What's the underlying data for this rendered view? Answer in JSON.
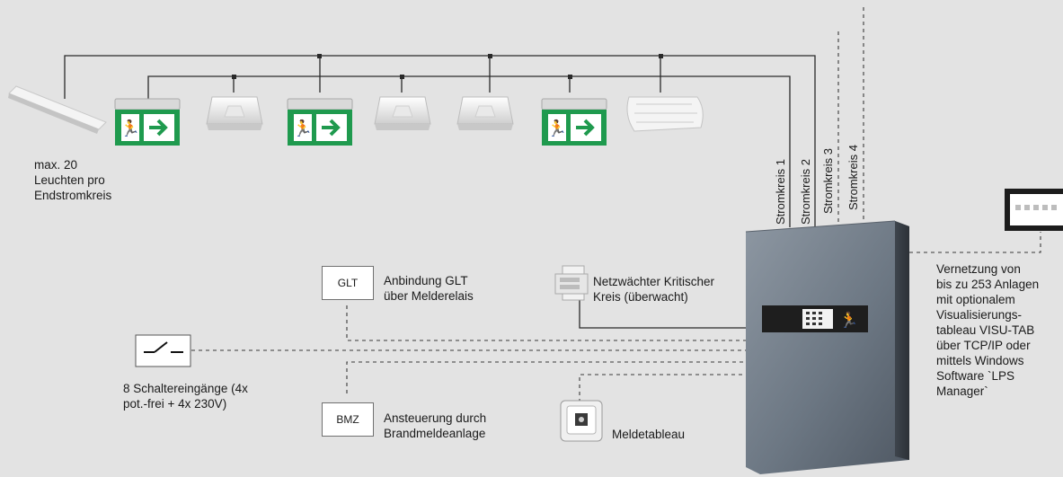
{
  "labels": {
    "max_luminaires": "max. 20\nLeuchten pro\nEndstromkreis",
    "circuits": [
      "Stromkreis 1",
      "Stromkreis 2",
      "Stromkreis 3",
      "Stromkreis 4"
    ],
    "glt_box": "GLT",
    "glt_text": "Anbindung GLT\nüber Melderelais",
    "netz_text": "Netzwächter Kritischer\nKreis (überwacht)",
    "switch_text": "8 Schaltereingänge (4x\npot.-frei + 4x 230V)",
    "bmz_box": "BMZ",
    "bmz_text": "Ansteuerung durch\nBrandmeldeanlage",
    "melde_text": "Meldetableau",
    "network_text": "Vernetzung von\nbis zu 253 Anlagen\nmit optionalem\nVisualisierungs-\ntableau VISU-TAB\nüber TCP/IP oder\nmittels Windows\nSoftware `LPS\nManager`"
  },
  "colors": {
    "background": "#e3e3e3",
    "exit_sign_green": "#1f9a4e",
    "cabinet": "#6f7a86",
    "wire": "#2a2a2a"
  },
  "icons": [
    "linear-luminaire-icon",
    "exit-sign-icon",
    "downlight-icon",
    "diffuser-luminaire-icon",
    "switch-symbol-icon",
    "network-monitor-icon",
    "alarm-panel-icon",
    "central-battery-cabinet-icon",
    "visu-tab-icon"
  ]
}
